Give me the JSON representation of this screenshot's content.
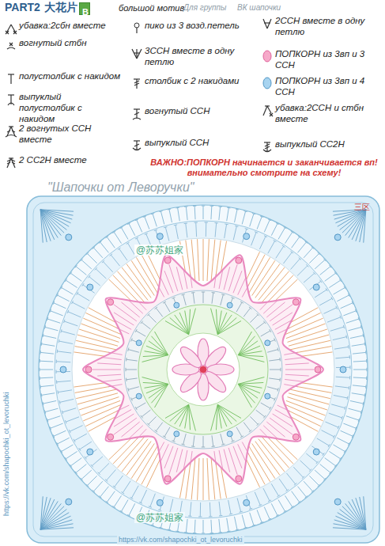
{
  "diagram": {
    "title": "PART2",
    "nodes": [
      {
        "text": [
          "B"
        ]
      }
    ],
    "labels": [
      "大花片",
      "большой мотив",
      "Для группы",
      "ВК шапочки",
      "ВАЖНО:ПОПКОРН начинается и заканчивается вп! внимательно смотрите на схему!",
      "\"Шапочки от Леворучки\"",
      "@苏苏姐家",
      "@苏苏姐家",
      "三区",
      "https://vk.com/shapochki_ot_levoruchki",
      "https://vk.com/shapochki_ot_levoruchki"
    ],
    "legend": [
      {
        "text": "убавка:2сбн вместе"
      },
      {
        "text": "вогнутый стбн"
      },
      {
        "text": "полустолбик с накидом"
      },
      {
        "text": "выпуклый полустолбик с накидом"
      },
      {
        "text": "2 вогнутых ССН вместе"
      },
      {
        "text": "2 СС2Н вместе"
      },
      {
        "text": "пико из 3 возд.петель"
      },
      {
        "text": "3ССН вместе в одну петлю"
      },
      {
        "text": "столбик с 2 накидами"
      },
      {
        "text": "вогнутый ССН"
      },
      {
        "text": "выпуклый ССН"
      },
      {
        "text": "2ССН вместе в одну петлю"
      },
      {
        "text": "ПОПКОРН из 3вп и 3 ССН"
      },
      {
        "text": "ПОПКОРН из 3вп и 4 ССН"
      },
      {
        "text": "убавка:2ССН и стбн вместе"
      },
      {
        "text": "выпуклый СС2Н"
      }
    ]
  }
}
